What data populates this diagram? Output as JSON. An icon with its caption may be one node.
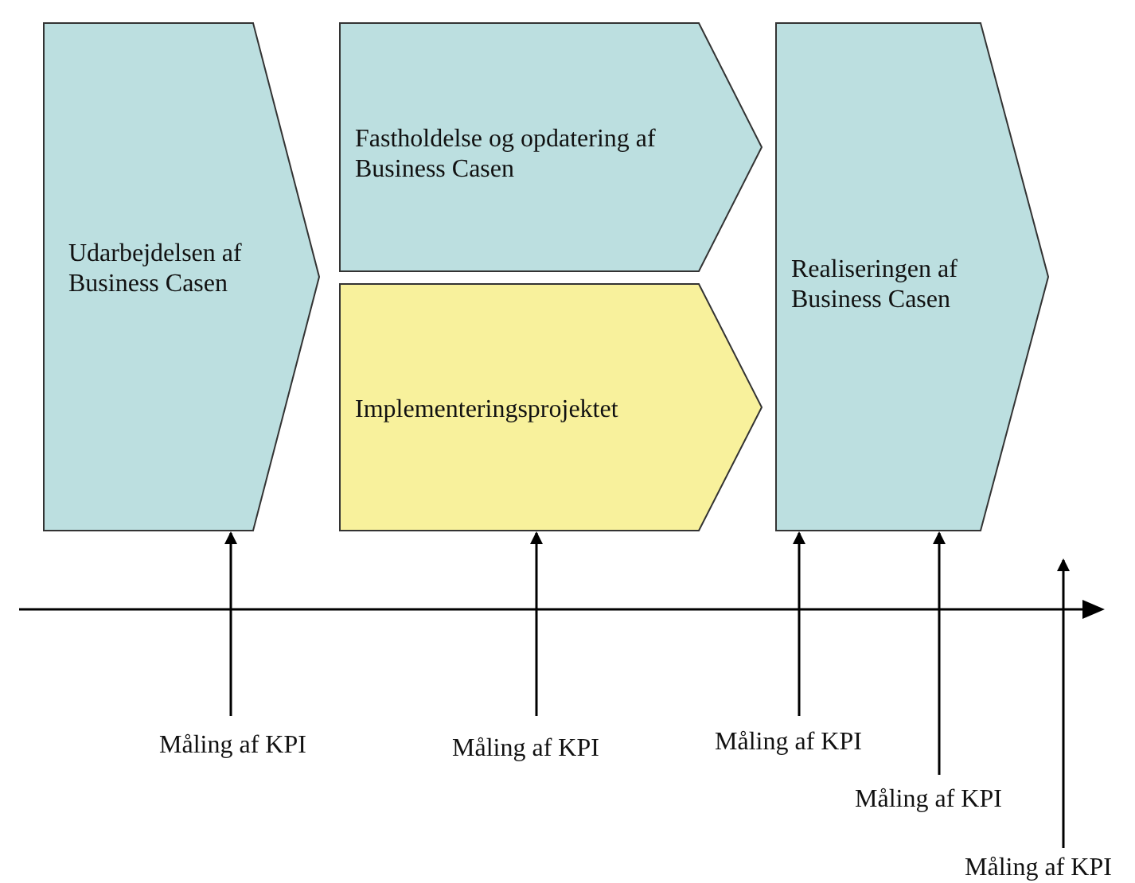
{
  "diagram": {
    "nodes": [
      {
        "text": [
          "Udarbejdelsen af Business Casen"
        ]
      },
      {
        "text": [
          "Fastholdelse og opdatering af Business Casen"
        ]
      },
      {
        "text": [
          "Implementeringsprojektet"
        ]
      },
      {
        "text": [
          "Realiseringen af Business Casen"
        ]
      },
      {
        "text": [
          "Måling af KPI"
        ]
      },
      {
        "text": [
          "Måling af KPI"
        ]
      },
      {
        "text": [
          "Måling af KPI"
        ]
      },
      {
        "text": [
          "Måling af KPI"
        ]
      },
      {
        "text": [
          "Måling af KPI"
        ]
      }
    ],
    "edges": [
      {
        "from": 4,
        "to": 0,
        "arrow": "to"
      },
      {
        "from": 5,
        "to": 2,
        "arrow": "to"
      },
      {
        "from": 6,
        "to": 3,
        "arrow": "to"
      },
      {
        "from": 7,
        "to": 3,
        "arrow": "to"
      },
      {
        "from": 8,
        "to": null,
        "arrow": "to"
      }
    ]
  }
}
